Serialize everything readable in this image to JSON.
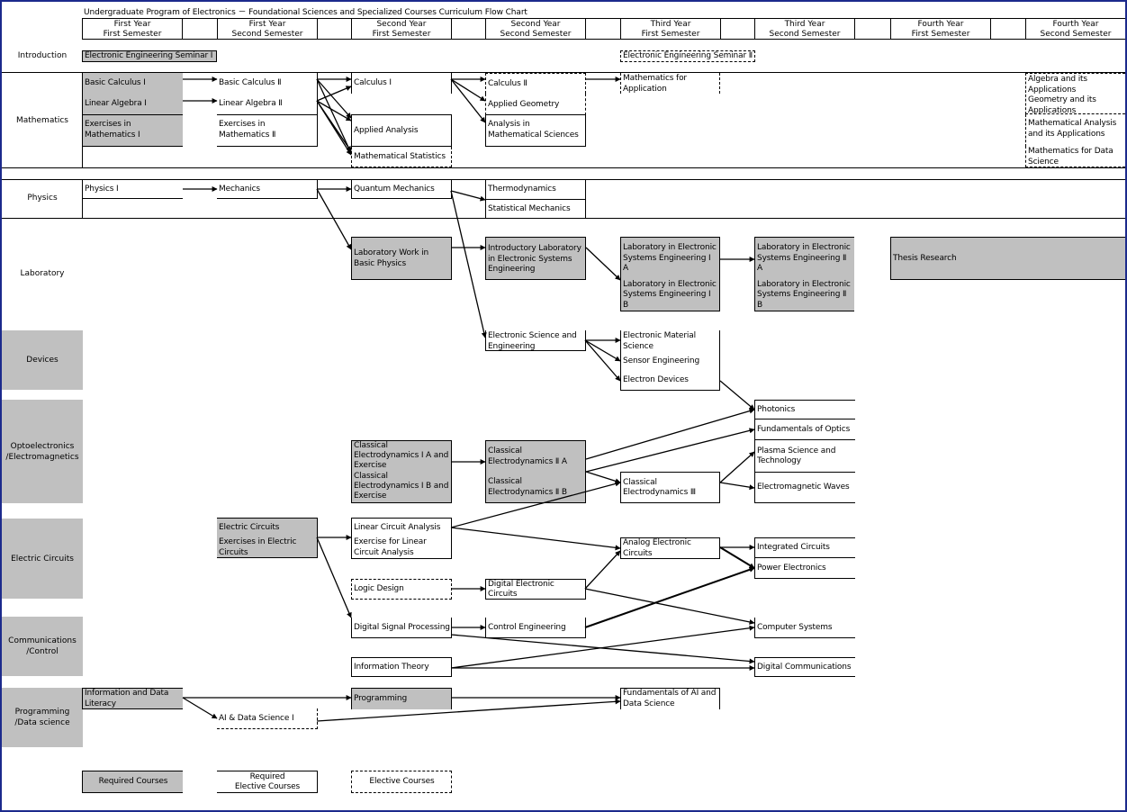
{
  "title": "Undergraduate Program of Electronics － Foundational Sciences and Specialized Courses Curriculum Flow Chart",
  "semesters": [
    {
      "year": "First Year",
      "semester": "First Semester"
    },
    {
      "year": "First Year",
      "semester": "Second Semester"
    },
    {
      "year": "Second Year",
      "semester": "First Semester"
    },
    {
      "year": "Second Year",
      "semester": "Second Semester"
    },
    {
      "year": "Third Year",
      "semester": "First Semester"
    },
    {
      "year": "Third Year",
      "semester": "Second Semester"
    },
    {
      "year": "Fourth Year",
      "semester": "First Semester"
    },
    {
      "year": "Fourth Year",
      "semester": "Second Semester"
    }
  ],
  "categories": {
    "introduction": "Introduction",
    "mathematics": "Mathematics",
    "physics": "Physics",
    "laboratory": "Laboratory",
    "devices": "Devices",
    "opto_1": "Optoelectronics",
    "opto_2": "/Electromagnetics",
    "electric_circuits": "Electric Circuits",
    "comm_1": "Communications",
    "comm_2": "/Control",
    "prog_1": "Programming",
    "prog_2": "/Data science"
  },
  "courses": {
    "ee_seminar_1": "Electronic Engineering Seminar Ⅰ",
    "ee_seminar_2": "Electronic Engineering Seminar Ⅱ",
    "basic_calc_1": "Basic Calculus Ⅰ",
    "linear_alg_1": "Linear Algebra Ⅰ",
    "ex_math_1": "Exercises in Mathematics Ⅰ",
    "basic_calc_2": "Basic Calculus Ⅱ",
    "linear_alg_2": "Linear Algebra Ⅱ",
    "ex_math_2": "Exercises in Mathematics Ⅱ",
    "calc_1": "Calculus Ⅰ",
    "applied_analysis": "Applied Analysis",
    "math_stats": "Mathematical Statistics",
    "calc_2": "Calculus Ⅱ",
    "applied_geometry": "Applied Geometry",
    "analysis_math_sci": "Analysis in Mathematical Sciences",
    "math_for_app": "Mathematics for Application",
    "algebra_apps": "Algebra and its Applications",
    "geometry_apps": "Geometry and its Applications",
    "math_analysis_apps": "Mathematical Analysis and its Applications",
    "math_data_sci": "Mathematics for Data Science",
    "physics_1": "Physics Ⅰ",
    "mechanics": "Mechanics",
    "quantum_mech": "Quantum Mechanics",
    "thermodynamics": "Thermodynamics",
    "stat_mech": "Statistical Mechanics",
    "lab_basic_physics": "Laboratory Work in Basic Physics",
    "intro_lab_ese": "Introductory Laboratory in Electronic Systems Engineering",
    "lab_ese_1a": "Laboratory in Electronic Systems Engineering Ⅰ A",
    "lab_ese_1b": "Laboratory in Electronic Systems Engineering Ⅰ B",
    "lab_ese_2a": "Laboratory in Electronic Systems Engineering Ⅱ A",
    "lab_ese_2b": "Laboratory in Electronic Systems Engineering Ⅱ B",
    "thesis": "Thesis Research",
    "elec_sci_eng": "Electronic Science and Engineering",
    "elec_material": "Electronic Material Science",
    "sensor_eng": "Sensor Engineering",
    "electron_devices": "Electron Devices",
    "photonics": "Photonics",
    "fund_optics": "Fundamentals of Optics",
    "plasma": "Plasma Science and Technology",
    "em_waves": "Electromagnetic Waves",
    "ced_1a": "Classical Electrodynamics Ⅰ A and Exercise",
    "ced_1b": "Classical Electrodynamics Ⅰ B and Exercise",
    "ced_2a": "Classical Electrodynamics Ⅱ A",
    "ced_2b": "Classical Electrodynamics Ⅱ B",
    "ced_3": "Classical Electrodynamics Ⅲ",
    "electric_circuits": "Electric Circuits",
    "ex_electric_circuits": "Exercises in Electric Circuits",
    "linear_circuit": "Linear Circuit Analysis",
    "ex_linear_circuit": "Exercise for Linear Circuit Analysis",
    "logic_design": "Logic Design",
    "digital_elec_circuits": "Digital Electronic Circuits",
    "analog_elec_circuits": "Analog Electronic Circuits",
    "integrated_circuits": "Integrated Circuits",
    "power_electronics": "Power Electronics",
    "dsp": "Digital Signal Processing",
    "control_eng": "Control Engineering",
    "computer_systems": "Computer Systems",
    "info_theory": "Information Theory",
    "digital_comm": "Digital Communications",
    "info_data_literacy": "Information and Data Literacy",
    "ai_ds_1": "AI & Data Science Ⅰ",
    "programming": "Programming",
    "fund_ai_ds": "Fundamentals of AI and Data Science"
  },
  "legend": {
    "required": "Required Courses",
    "required_elective_1": "Required",
    "required_elective_2": "Elective Courses",
    "elective": "Elective Courses"
  },
  "colors": {
    "required_fill": "#c0c0c0",
    "frame_border": "#1c2a8c"
  }
}
